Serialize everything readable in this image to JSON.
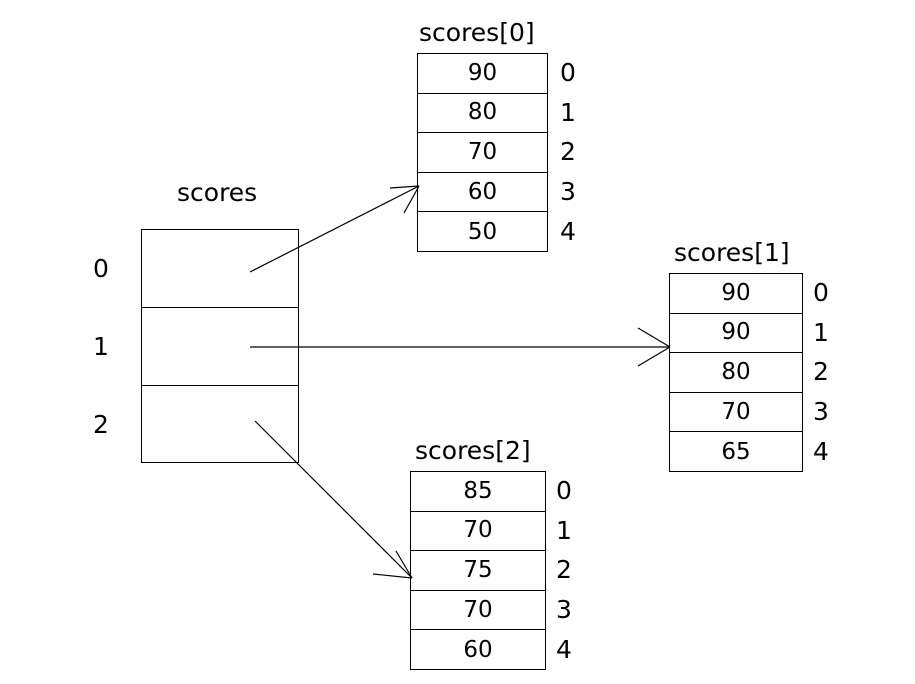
{
  "diagram": {
    "title": "Array of arrays (jagged array) memory diagram",
    "background_color": "#ffffff",
    "line_color": "#000000",
    "text_color": "#000000"
  },
  "outer_array": {
    "label": "scores",
    "indices": [
      "0",
      "1",
      "2"
    ],
    "cells": [
      "",
      "",
      ""
    ]
  },
  "inner_arrays": [
    {
      "label": "scores[0]",
      "indices": [
        "0",
        "1",
        "2",
        "3",
        "4"
      ],
      "values": [
        "90",
        "80",
        "70",
        "60",
        "50"
      ]
    },
    {
      "label": "scores[1]",
      "indices": [
        "0",
        "1",
        "2",
        "3",
        "4"
      ],
      "values": [
        "90",
        "90",
        "80",
        "70",
        "65"
      ]
    },
    {
      "label": "scores[2]",
      "indices": [
        "0",
        "1",
        "2",
        "3",
        "4"
      ],
      "values": [
        "85",
        "70",
        "75",
        "70",
        "60"
      ]
    }
  ],
  "pointers": [
    {
      "name": "pointer-row-0-to-scores0",
      "from_row": "0",
      "to_array": "scores[0]"
    },
    {
      "name": "pointer-row-1-to-scores1",
      "from_row": "1",
      "to_array": "scores[1]"
    },
    {
      "name": "pointer-row-2-to-scores2",
      "from_row": "2",
      "to_array": "scores[2]"
    }
  ]
}
